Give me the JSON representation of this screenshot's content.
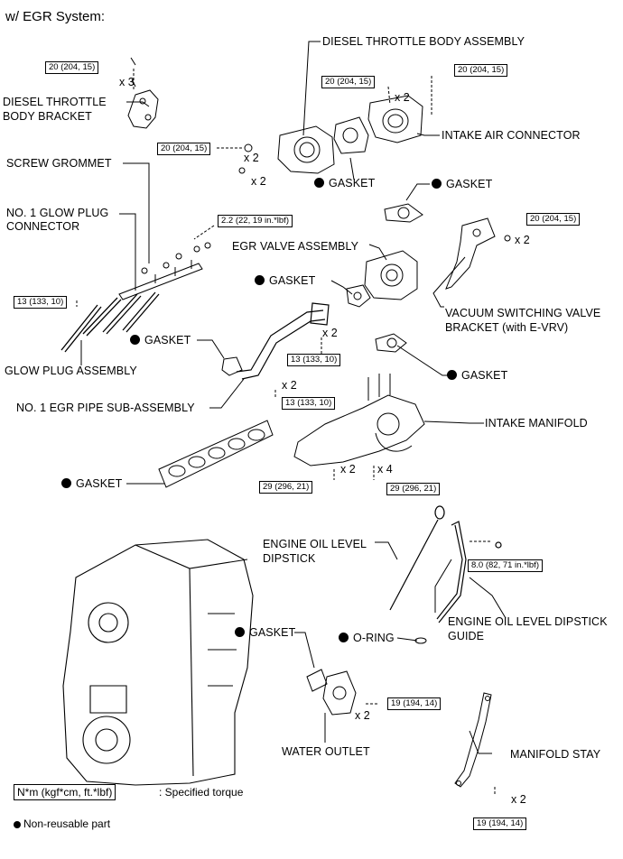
{
  "header": {
    "title": "w/ EGR System:"
  },
  "torques": {
    "bracket": "20 (204, 15)",
    "throttle_left": "20 (204, 15)",
    "connector_left": "20 (204, 15)",
    "connector_right": "20 (204, 15)",
    "vsv": "20 (204, 15)",
    "glow_connector": "2.2 (22, 19 in.*lbf)",
    "glow_plug": "13 (133, 10)",
    "egr_pipe_upper": "13 (133, 10)",
    "egr_pipe_lower": "13 (133, 10)",
    "manifold_left": "29 (296, 21)",
    "manifold_right": "29 (296, 21)",
    "dipstick_guide": "8.0 (82, 71 in.*lbf)",
    "water_outlet": "19 (194, 14)",
    "manifold_stay": "19 (194, 14)"
  },
  "quantities": {
    "bracket": "x 3",
    "throttle_1": "x 2",
    "throttle_2": "x 2",
    "connector": "x 2",
    "vsv": "x 2",
    "egr_pipe_upper": "x 2",
    "egr_pipe_lower": "x 2",
    "manifold_left": "x 2",
    "manifold_right": "x 4",
    "water_outlet": "x 2",
    "manifold_stay": "x 2"
  },
  "parts": {
    "diesel_throttle_body_assembly": "DIESEL THROTTLE BODY ASSEMBLY",
    "diesel_throttle_body_bracket_1": "DIESEL THROTTLE",
    "diesel_throttle_body_bracket_2": "BODY BRACKET",
    "intake_air_connector": "INTAKE AIR CONNECTOR",
    "gasket_throttle": "GASKET",
    "gasket_connector": "GASKET",
    "screw_grommet": "SCREW GROMMET",
    "glow_plug_connector_1": "NO. 1 GLOW PLUG",
    "glow_plug_connector_2": "CONNECTOR",
    "egr_valve_assembly": "EGR VALVE ASSEMBLY",
    "gasket_egr_valve": "GASKET",
    "vsv_bracket_1": "VACUUM SWITCHING VALVE",
    "vsv_bracket_2": "BRACKET (with E-VRV)",
    "gasket_egr_pipe": "GASKET",
    "glow_plug_assembly": "GLOW PLUG ASSEMBLY",
    "gasket_manifold_top": "GASKET",
    "egr_pipe_sub_assembly": "NO. 1 EGR PIPE SUB-ASSEMBLY",
    "intake_manifold": "INTAKE MANIFOLD",
    "gasket_manifold": "GASKET",
    "dipstick_1": "ENGINE OIL LEVEL",
    "dipstick_2": "DIPSTICK",
    "dipstick_guide_1": "ENGINE OIL LEVEL DIPSTICK",
    "dipstick_guide_2": "GUIDE",
    "gasket_water_outlet": "GASKET",
    "o_ring": "O-RING",
    "water_outlet": "WATER OUTLET",
    "manifold_stay": "MANIFOLD STAY"
  },
  "legend": {
    "torque_box": "N*m (kgf*cm, ft.*lbf)",
    "torque_text": ": Specified torque",
    "non_reusable": "Non-reusable part"
  }
}
